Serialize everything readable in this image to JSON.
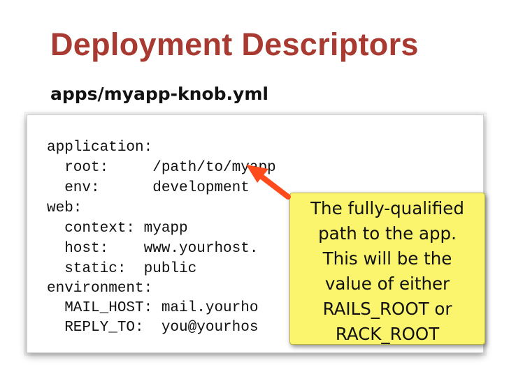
{
  "slide": {
    "title": "Deployment Descriptors",
    "filename": "apps/myapp-knob.yml"
  },
  "code": {
    "lines": [
      "application:",
      "  root:     /path/to/myapp",
      "  env:      development",
      "web:",
      "  context: myapp",
      "  host:    www.yourhost.",
      "  static:  public",
      "environment:",
      "  MAIL_HOST: mail.yourho",
      "  REPLY_TO:  you@yourhos"
    ]
  },
  "callout": {
    "lines": [
      "The fully-qualified",
      "path to the app.",
      "This will be the",
      "value of either",
      "RAILS_ROOT or",
      "RACK_ROOT"
    ]
  },
  "colors": {
    "title": "#a83a32",
    "callout_bg": "#fbf56e",
    "arrow": "#ff4a1c"
  }
}
